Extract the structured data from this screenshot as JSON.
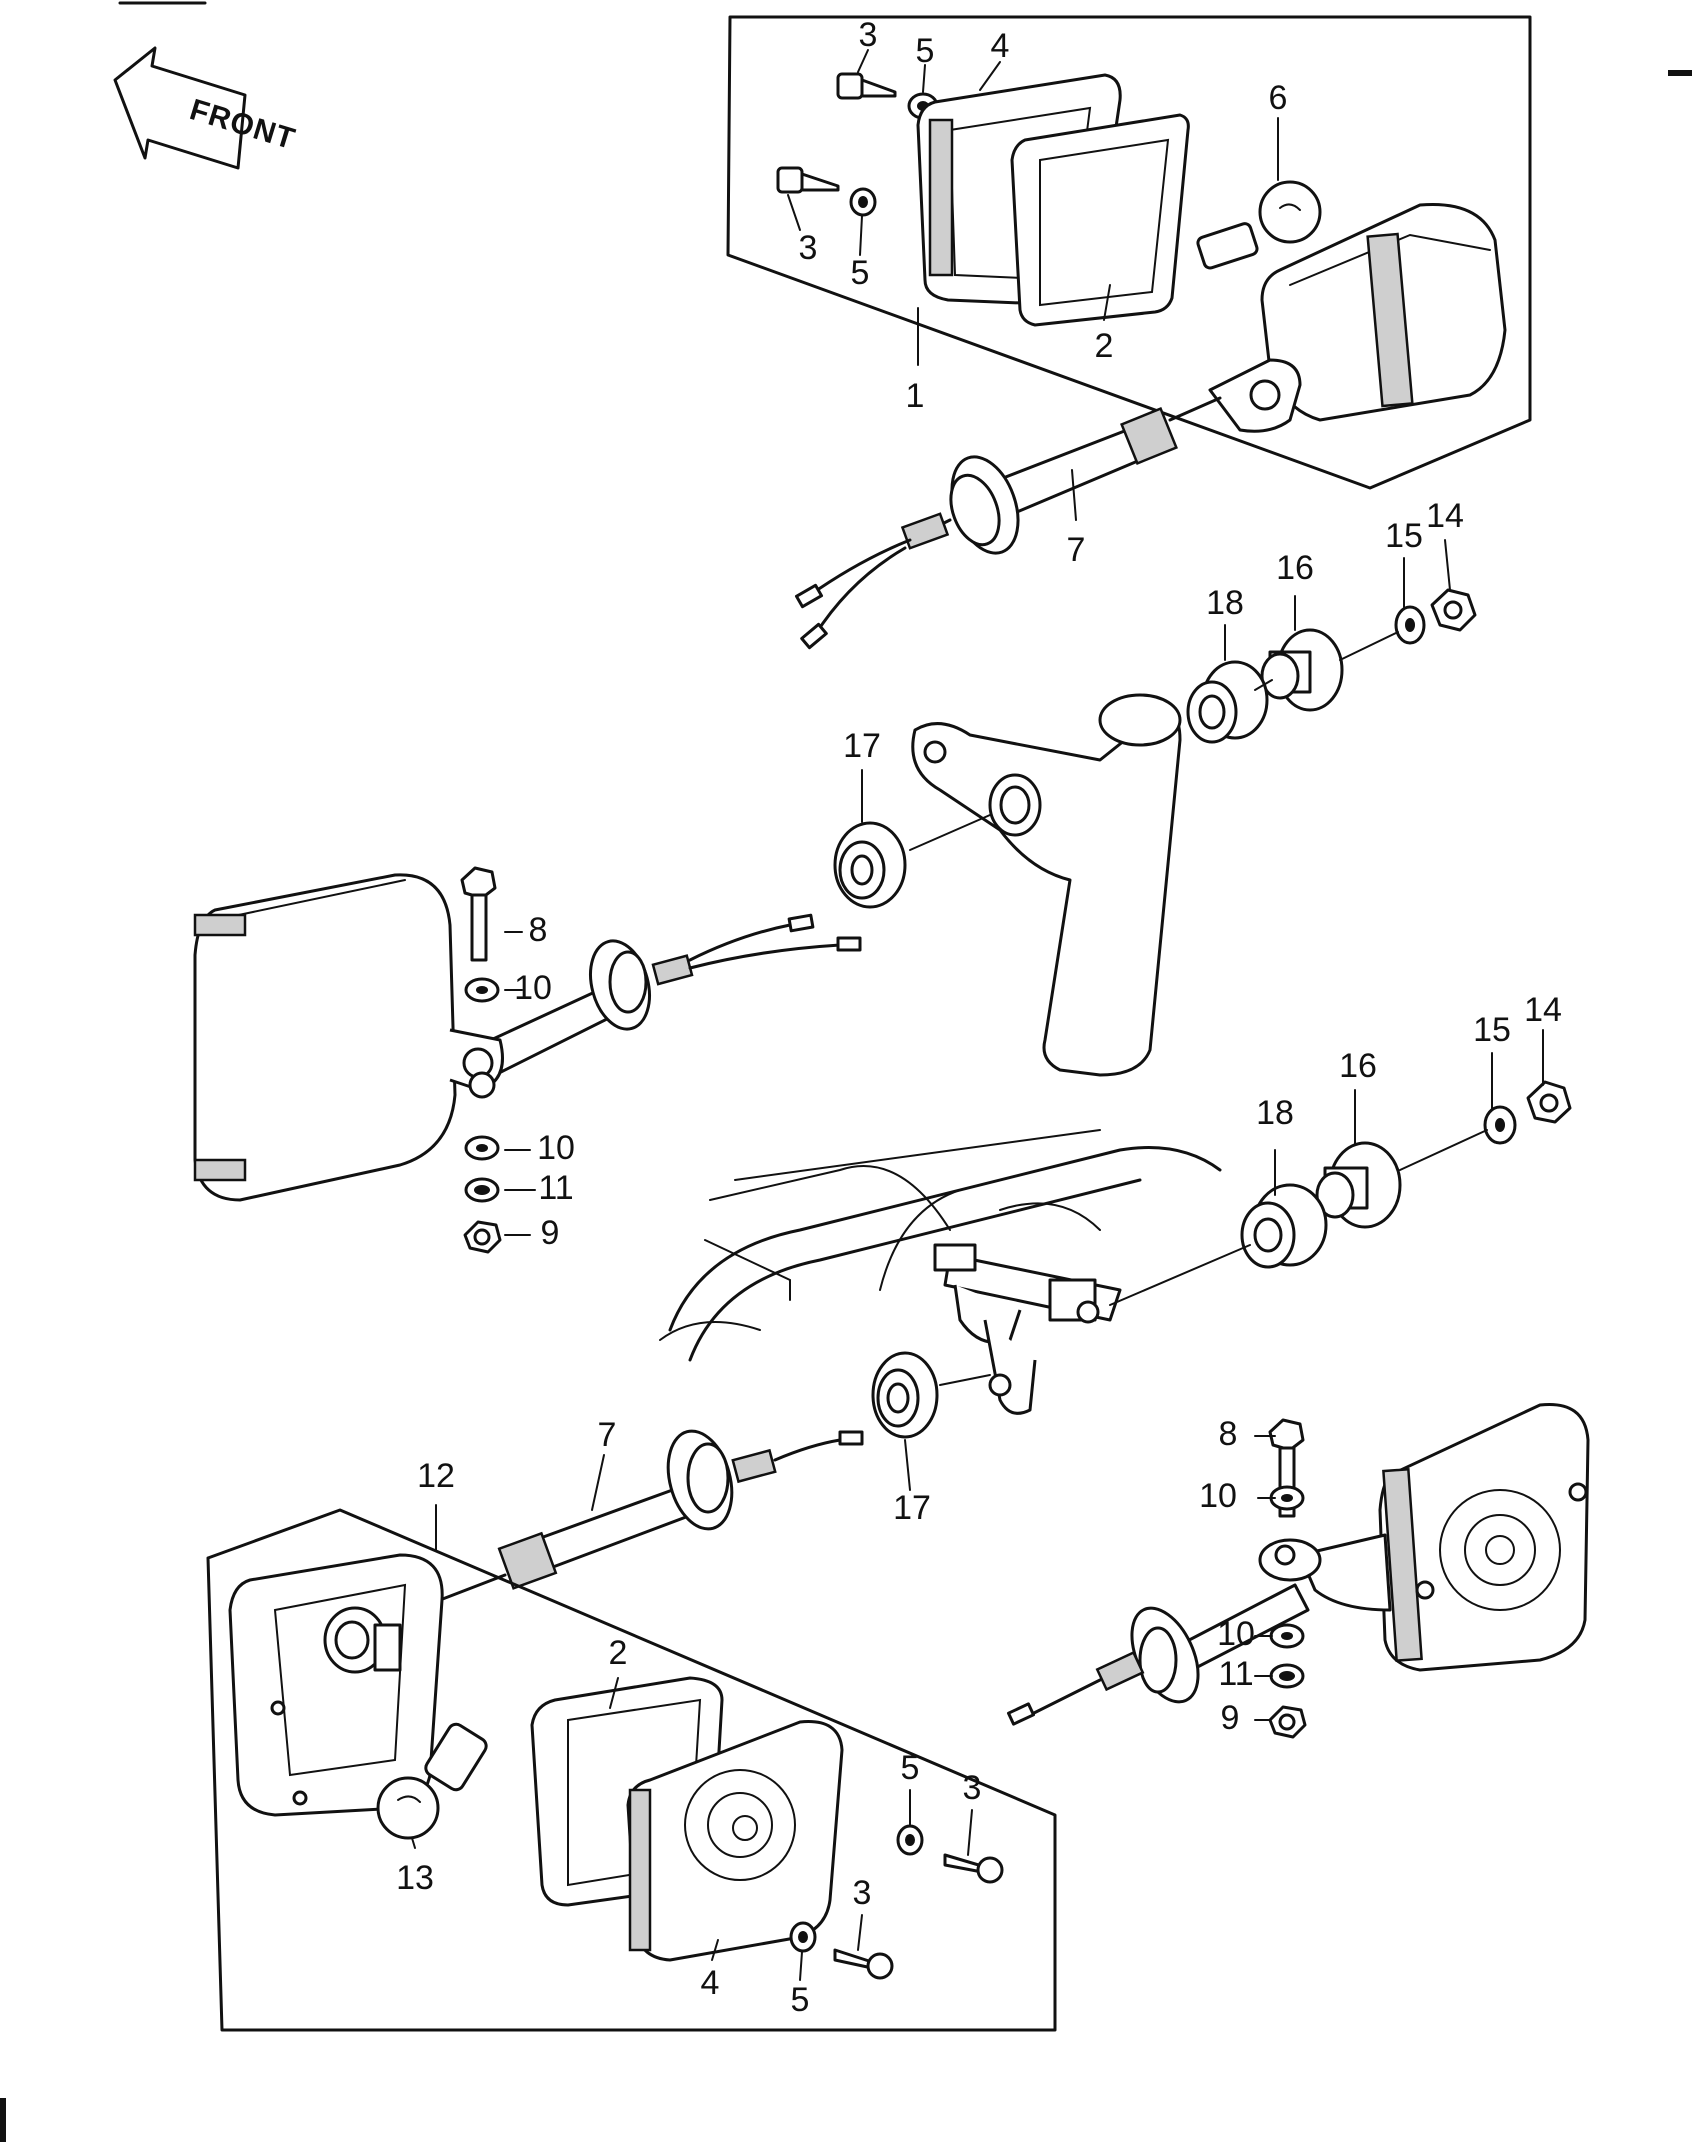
{
  "front_label": "FRONT",
  "callouts": [
    {
      "id": "c-3a",
      "text": "3"
    },
    {
      "id": "c-5a",
      "text": "5"
    },
    {
      "id": "c-4a",
      "text": "4"
    },
    {
      "id": "c-6",
      "text": "6"
    },
    {
      "id": "c-3b",
      "text": "3"
    },
    {
      "id": "c-5b",
      "text": "5"
    },
    {
      "id": "c-2a",
      "text": "2"
    },
    {
      "id": "c-1",
      "text": "1"
    },
    {
      "id": "c-7a",
      "text": "7"
    },
    {
      "id": "c-18a",
      "text": "18"
    },
    {
      "id": "c-16a",
      "text": "16"
    },
    {
      "id": "c-15a",
      "text": "15"
    },
    {
      "id": "c-14a",
      "text": "14"
    },
    {
      "id": "c-17a",
      "text": "17"
    },
    {
      "id": "c-8a",
      "text": "8"
    },
    {
      "id": "c-10a",
      "text": "10"
    },
    {
      "id": "c-10b",
      "text": "10"
    },
    {
      "id": "c-11a",
      "text": "11"
    },
    {
      "id": "c-9a",
      "text": "9"
    },
    {
      "id": "c-18b",
      "text": "18"
    },
    {
      "id": "c-16b",
      "text": "16"
    },
    {
      "id": "c-15b",
      "text": "15"
    },
    {
      "id": "c-14b",
      "text": "14"
    },
    {
      "id": "c-7b",
      "text": "7"
    },
    {
      "id": "c-17b",
      "text": "17"
    },
    {
      "id": "c-12",
      "text": "12"
    },
    {
      "id": "c-8b",
      "text": "8"
    },
    {
      "id": "c-10c",
      "text": "10"
    },
    {
      "id": "c-10d",
      "text": "10"
    },
    {
      "id": "c-11b",
      "text": "11"
    },
    {
      "id": "c-9b",
      "text": "9"
    },
    {
      "id": "c-2b",
      "text": "2"
    },
    {
      "id": "c-5c",
      "text": "5"
    },
    {
      "id": "c-3c",
      "text": "3"
    },
    {
      "id": "c-3d",
      "text": "3"
    },
    {
      "id": "c-13",
      "text": "13"
    },
    {
      "id": "c-4b",
      "text": "4"
    },
    {
      "id": "c-5d",
      "text": "5"
    }
  ]
}
